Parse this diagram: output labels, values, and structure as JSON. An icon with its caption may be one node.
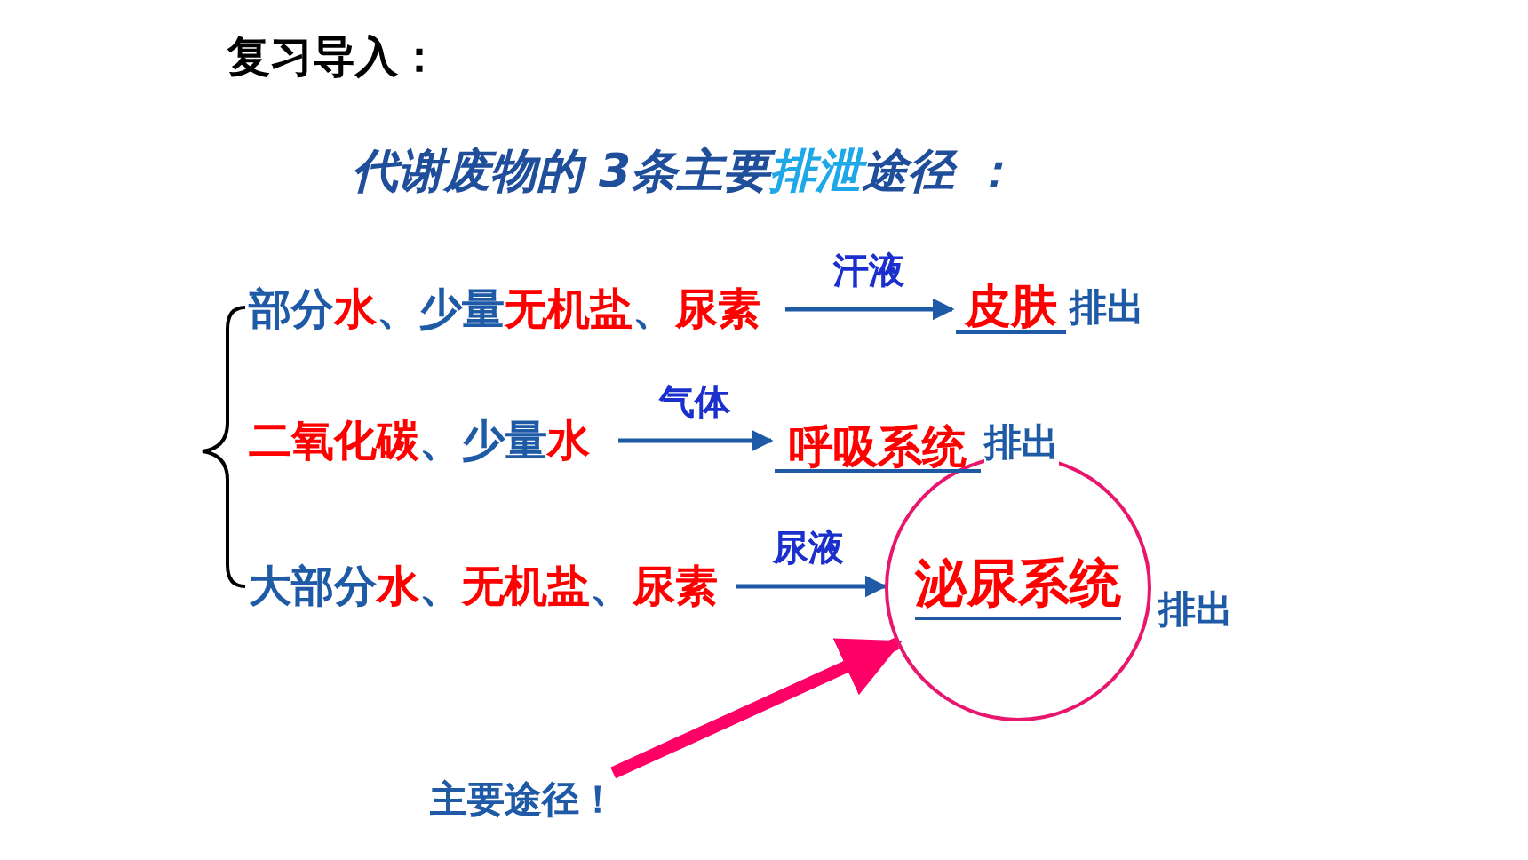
{
  "diagram": {
    "title": "复习导入：",
    "nodes": [
      {
        "text": [
          "部分**水**、少量**无机盐**、**尿素**"
        ]
      },
      {
        "text": [
          "皮肤"
        ],
        "beside": [
          "排出"
        ]
      },
      {
        "text": [
          "**二氧化碳**、少量**水**"
        ]
      },
      {
        "text": [
          "呼吸系统"
        ],
        "beside": [
          "排出"
        ]
      },
      {
        "text": [
          "大部分**水**、**无机盐**、**尿素**"
        ]
      },
      {
        "text": [
          "泌尿系统"
        ],
        "beside": [
          "排出"
        ]
      },
      {
        "text": [
          "主要途径！"
        ]
      }
    ],
    "edges": [
      {
        "from": 0,
        "to": 1,
        "arrow": "to",
        "label": "汗液"
      },
      {
        "from": 2,
        "to": 3,
        "arrow": "to",
        "label": "气体"
      },
      {
        "from": 4,
        "to": 5,
        "arrow": "to",
        "label": "尿液"
      },
      {
        "from": 6,
        "to": 5,
        "arrow": "to",
        "style": "thick",
        "color": "#ff0066"
      }
    ],
    "labels": [
      "代谢废物的 3条主要**排泄**途径 ："
    ]
  }
}
